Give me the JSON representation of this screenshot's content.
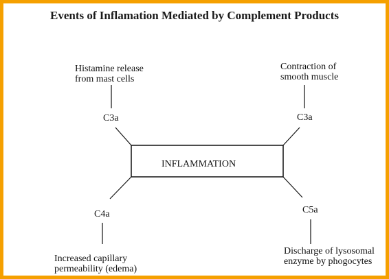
{
  "title": "Events of Inflamation Mediated by Complement Products",
  "colors": {
    "frame": "#f5a000",
    "ink": "#111111",
    "background": "#ffffff"
  },
  "center": {
    "label": "INFLAMMATION"
  },
  "nodes": {
    "top_left": {
      "mediator": "C3a",
      "effect_line1": "Histamine release",
      "effect_line2": "from mast cells"
    },
    "top_right": {
      "mediator": "C3a",
      "effect_line1": "Contraction of",
      "effect_line2": "smooth muscle"
    },
    "bottom_left": {
      "mediator": "C4a",
      "effect_line1": "Increased capillary",
      "effect_line2": "permeability (edema)"
    },
    "bottom_right": {
      "mediator": "C5a",
      "effect_line1": "Discharge of lysosomal",
      "effect_line2": "enzyme by phogocytes"
    }
  }
}
